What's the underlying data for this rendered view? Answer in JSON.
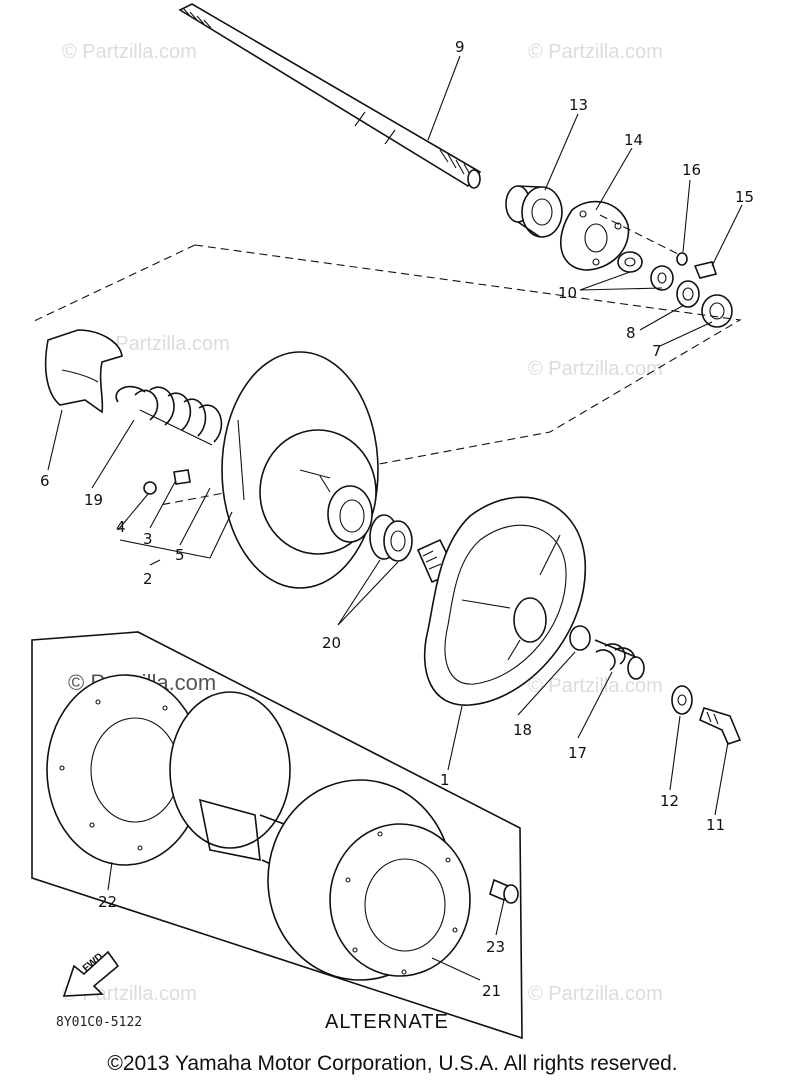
{
  "diagram": {
    "callouts": [
      {
        "id": "c9",
        "text": "9"
      },
      {
        "id": "c13",
        "text": "13"
      },
      {
        "id": "c14",
        "text": "14"
      },
      {
        "id": "c16",
        "text": "16"
      },
      {
        "id": "c15",
        "text": "15"
      },
      {
        "id": "c10",
        "text": "10"
      },
      {
        "id": "c8",
        "text": "8"
      },
      {
        "id": "c7",
        "text": "7"
      },
      {
        "id": "c6",
        "text": "6"
      },
      {
        "id": "c19",
        "text": "19"
      },
      {
        "id": "c4",
        "text": "4"
      },
      {
        "id": "c3",
        "text": "3"
      },
      {
        "id": "c5",
        "text": "5"
      },
      {
        "id": "c2",
        "text": "2"
      },
      {
        "id": "c20",
        "text": "20"
      },
      {
        "id": "c18",
        "text": "18"
      },
      {
        "id": "c17",
        "text": "17"
      },
      {
        "id": "c1",
        "text": "1"
      },
      {
        "id": "c12",
        "text": "12"
      },
      {
        "id": "c11",
        "text": "11"
      },
      {
        "id": "c22",
        "text": "22"
      },
      {
        "id": "c23",
        "text": "23"
      },
      {
        "id": "c21",
        "text": "21"
      }
    ],
    "alternate_label": "ALTERNATE",
    "fwd_label": "FWD",
    "drawing_code": "8Y01C0-5122"
  },
  "watermark": {
    "text": "© Partzilla.com"
  },
  "footer": {
    "copyright": "©2013 Yamaha Motor Corporation, U.S.A. All rights reserved."
  }
}
